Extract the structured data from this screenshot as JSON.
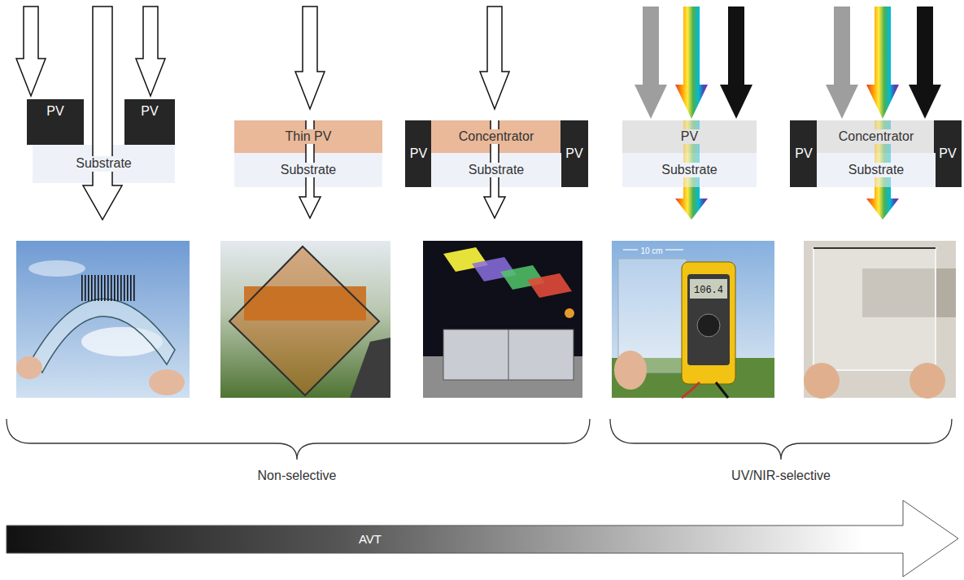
{
  "diagram": {
    "nodes": [
      {
        "text": [
          "PV"
        ]
      },
      {
        "text": [
          "PV"
        ]
      },
      {
        "text": [
          "Substrate"
        ]
      },
      {
        "text": [
          "Thin PV"
        ]
      },
      {
        "text": [
          "Substrate"
        ]
      },
      {
        "text": [
          "PV"
        ]
      },
      {
        "text": [
          "Concentrator"
        ]
      },
      {
        "text": [
          "PV"
        ]
      },
      {
        "text": [
          "Substrate"
        ]
      },
      {
        "text": [
          "PV"
        ]
      },
      {
        "text": [
          "Substrate"
        ]
      },
      {
        "text": [
          "PV"
        ]
      },
      {
        "text": [
          "Concentrator"
        ]
      },
      {
        "text": [
          "PV"
        ]
      },
      {
        "text": [
          "Substrate"
        ]
      }
    ],
    "labels": [
      "10 cm",
      "106.4",
      "Non-selective",
      "UV/NIR-selective",
      "AVT"
    ]
  }
}
